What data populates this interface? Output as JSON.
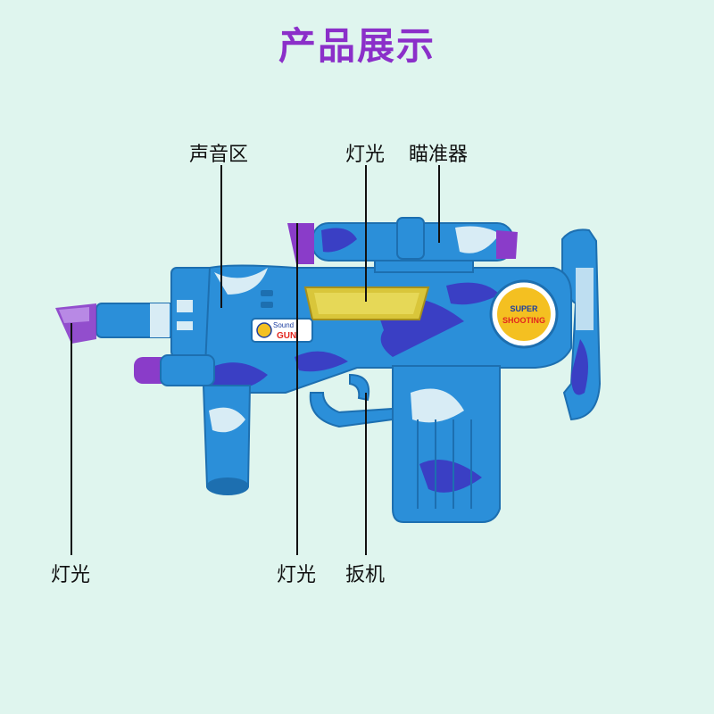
{
  "title": "产品展示",
  "labels": {
    "sound": "声音区",
    "light_top": "灯光",
    "scope": "瞄准器",
    "light_left": "灯光",
    "light_bottom": "灯光",
    "trigger": "扳机"
  },
  "decals": {
    "sound_line1": "Sound",
    "sound_line2": "GUN",
    "badge_line1": "SUPER",
    "badge_line2": "SHOOTING"
  },
  "colors": {
    "title": "#8b2fc9",
    "background": "#dff5ee",
    "gun_blue": "#2b8fd9",
    "camo_dark": "#3a3fc4",
    "camo_light": "#d8ecf5",
    "light_purple": "#8a3cc9"
  }
}
